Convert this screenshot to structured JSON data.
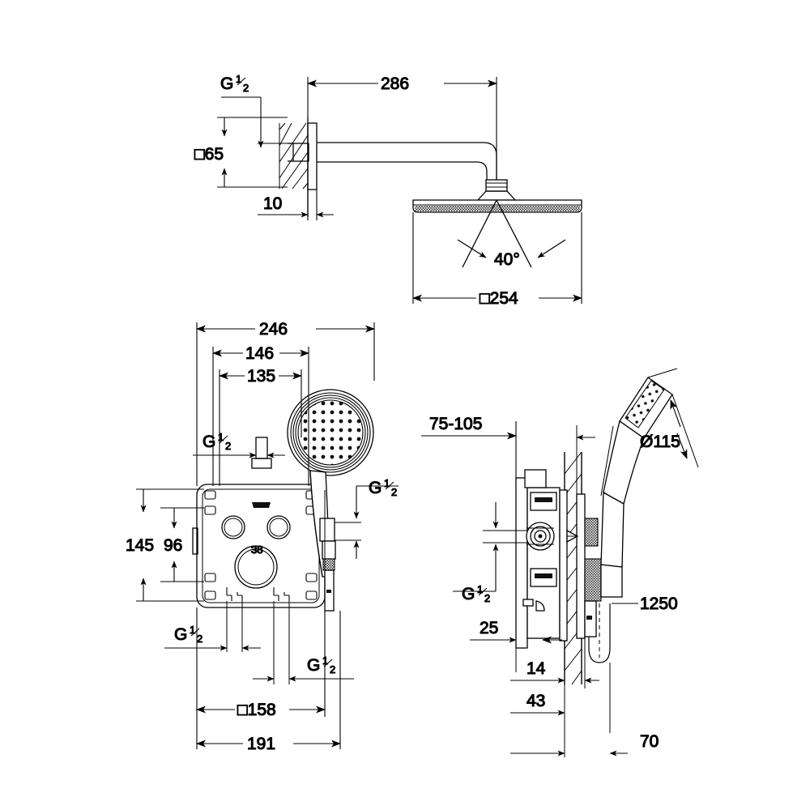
{
  "drawing": {
    "title": "Shower system technical dimension drawing",
    "line_color": "#000000",
    "background_color": "#ffffff",
    "units": "mm"
  },
  "views": {
    "top": {
      "name": "Head shower side elevation",
      "labels": {
        "inlet_thread": "G",
        "inlet_thread_num": "1",
        "inlet_thread_den": "2",
        "wall_flange_square": "□65",
        "flange_depth": "10",
        "arm_projection": "286",
        "spray_angle": "40°",
        "head_square": "□254"
      }
    },
    "middle": {
      "name": "Concealed valve front elevation with hand shower",
      "labels": {
        "overall_width": "246",
        "dim_146": "146",
        "dim_135": "135",
        "height_145": "145",
        "height_96": "96",
        "box_square": "□158",
        "dim_191": "191",
        "thread_top": "G",
        "thread_top_num": "1",
        "thread_top_den": "2",
        "thread_right": "G",
        "thread_right_num": "1",
        "thread_right_den": "2",
        "thread_bottom_left": "G",
        "thread_bottom_left_num": "1",
        "thread_bottom_left_den": "2",
        "thread_bottom_right": "G",
        "thread_bottom_right_num": "1",
        "thread_bottom_right_den": "2"
      }
    },
    "right": {
      "name": "Concealed valve side section with hand shower and hose",
      "labels": {
        "install_depth_range": "75-105",
        "hand_shower_dia": "Ø115",
        "hose_length": "1250",
        "thread_side": "G",
        "thread_side_num": "1",
        "thread_side_den": "2",
        "dim_25": "25",
        "dim_14": "14",
        "dim_43": "43",
        "dim_70": "70"
      }
    }
  },
  "dimensions_list": [
    {
      "value": "286",
      "view": "top",
      "type": "linear-horizontal"
    },
    {
      "value": "□65",
      "view": "top",
      "type": "linear-vertical"
    },
    {
      "value": "10",
      "view": "top",
      "type": "linear-horizontal"
    },
    {
      "value": "40°",
      "view": "top",
      "type": "angular"
    },
    {
      "value": "□254",
      "view": "top",
      "type": "linear-horizontal"
    },
    {
      "value": "246",
      "view": "middle",
      "type": "linear-horizontal"
    },
    {
      "value": "146",
      "view": "middle",
      "type": "linear-horizontal"
    },
    {
      "value": "135",
      "view": "middle",
      "type": "linear-horizontal"
    },
    {
      "value": "145",
      "view": "middle",
      "type": "linear-vertical"
    },
    {
      "value": "96",
      "view": "middle",
      "type": "linear-vertical"
    },
    {
      "value": "□158",
      "view": "middle",
      "type": "linear-horizontal"
    },
    {
      "value": "191",
      "view": "middle",
      "type": "linear-horizontal"
    },
    {
      "value": "75-105",
      "view": "right",
      "type": "linear-horizontal"
    },
    {
      "value": "Ø115",
      "view": "right",
      "type": "linear-diagonal"
    },
    {
      "value": "1250",
      "view": "right",
      "type": "leader-note"
    },
    {
      "value": "25",
      "view": "right",
      "type": "linear-horizontal"
    },
    {
      "value": "14",
      "view": "right",
      "type": "linear-horizontal"
    },
    {
      "value": "43",
      "view": "right",
      "type": "linear-horizontal"
    },
    {
      "value": "70",
      "view": "right",
      "type": "linear-horizontal"
    }
  ]
}
